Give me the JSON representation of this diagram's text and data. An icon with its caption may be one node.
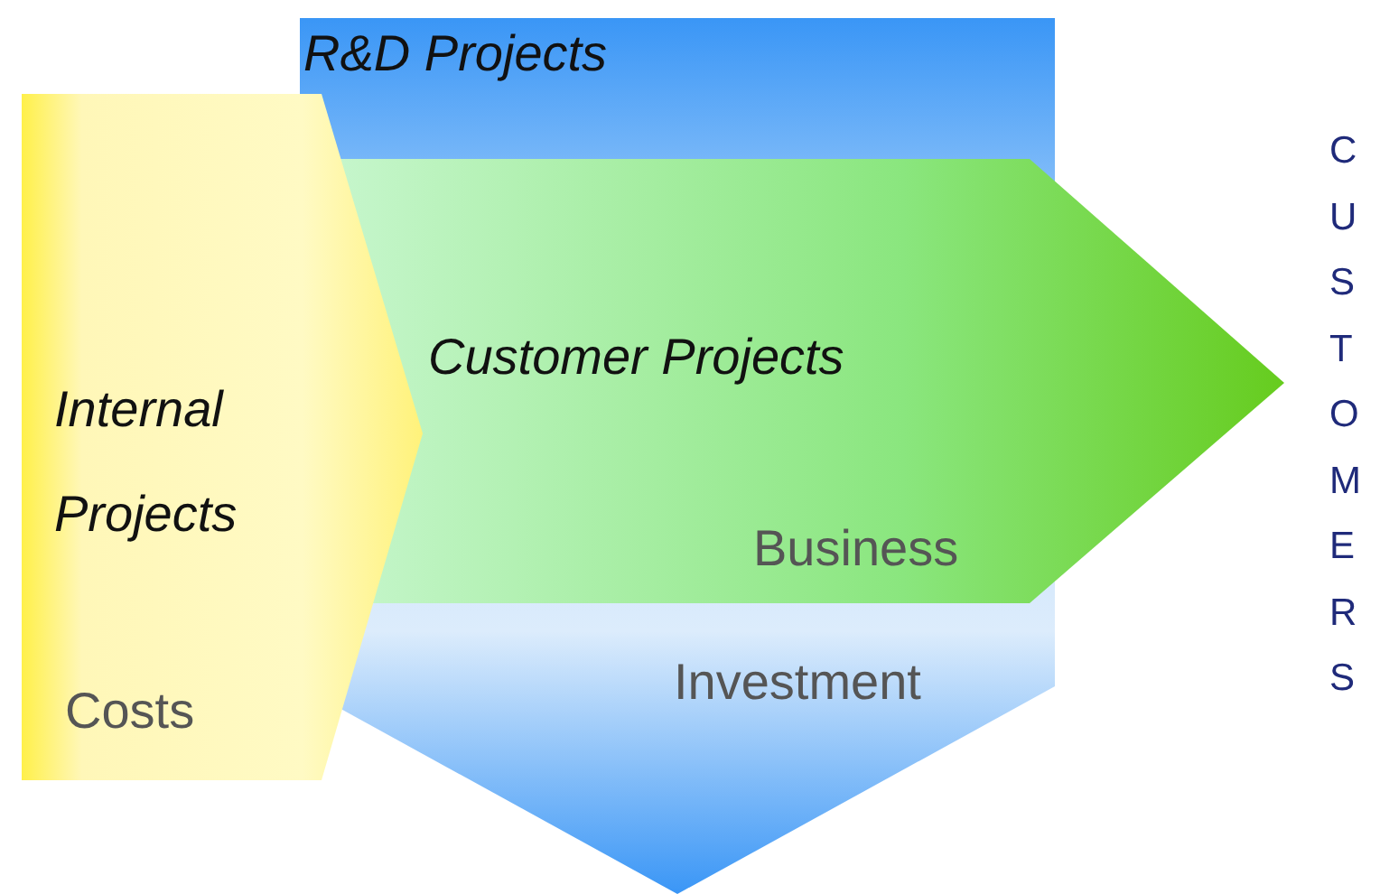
{
  "diagram": {
    "nodes": [
      {
        "text": [
          "R&D Projects",
          "Investment"
        ]
      },
      {
        "text": [
          "Customer Projects",
          "Business"
        ]
      },
      {
        "text": [
          "Internal Projects",
          "Costs"
        ]
      }
    ],
    "labels": [
      "CUSTOMERS"
    ]
  }
}
